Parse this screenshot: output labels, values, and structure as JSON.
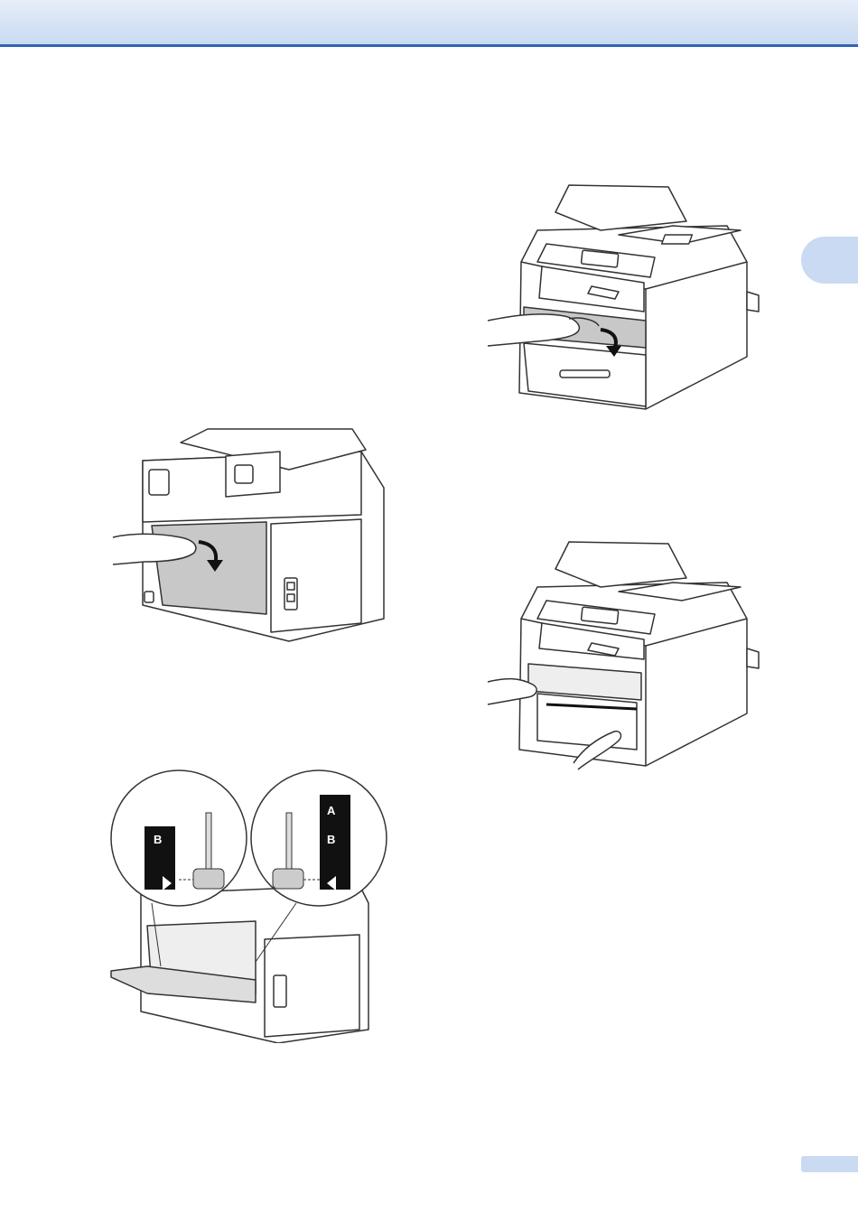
{
  "header": {
    "band_color": "#c9daf2",
    "rule_color": "#2f64b8"
  },
  "chapter_tab": {
    "label": ""
  },
  "page_tab": {
    "label": ""
  },
  "figures": {
    "callout_left": {
      "label": "B"
    },
    "callout_right": {
      "label_top": "A",
      "label_bottom": "B"
    }
  }
}
